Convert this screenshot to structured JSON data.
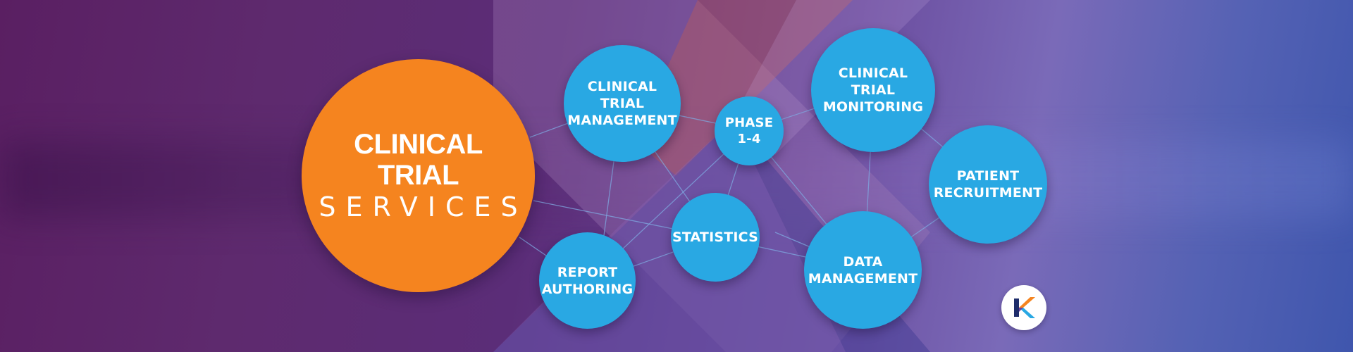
{
  "central": {
    "title": "CLINICAL TRIAL",
    "subtitle": "SERVICES",
    "color": "#f5841f"
  },
  "nodes": {
    "ctm": [
      "CLINICAL TRIAL",
      "MANAGEMENT"
    ],
    "phase": [
      "PHASE",
      "1-4"
    ],
    "monitor": [
      "CLINICAL TRIAL",
      "MONITORING"
    ],
    "patient": [
      "PATIENT",
      "RECRUITMENT"
    ],
    "stats": [
      "STATISTICS"
    ],
    "report": [
      "REPORT",
      "AUTHORING"
    ],
    "data": [
      "DATA",
      "MANAGEMENT"
    ]
  },
  "colors": {
    "node": "#29a8e3",
    "connector": "#7fa8e0"
  },
  "logo": {
    "icon": "k-logo-icon"
  }
}
